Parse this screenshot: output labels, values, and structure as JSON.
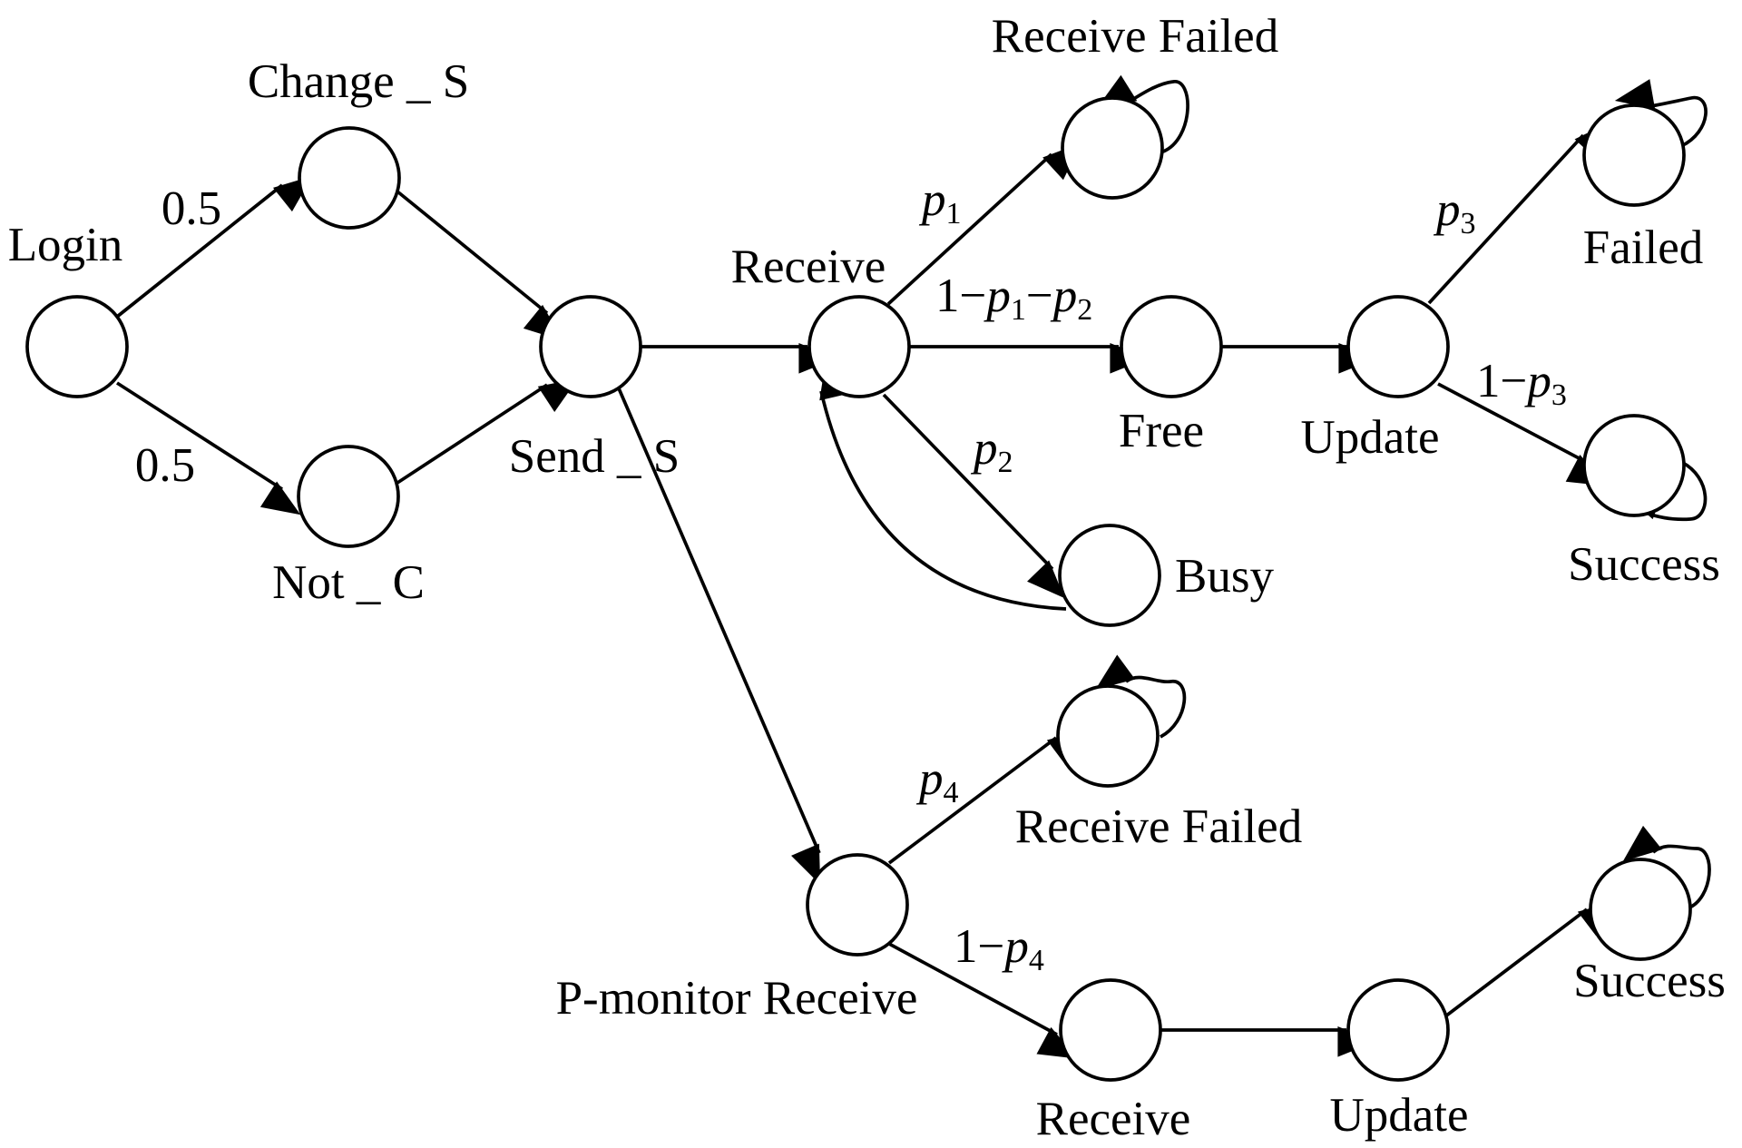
{
  "diagram": {
    "colors": {
      "stroke": "#000000",
      "background": "#ffffff"
    },
    "nodes": {
      "login": "Login",
      "change_s": "Change _ S",
      "not_c": "Not _ C",
      "send_s": "Send _ S",
      "receive": "Receive",
      "receive_failed_top": "Receive Failed",
      "free": "Free",
      "busy": "Busy",
      "update_top": "Update",
      "failed": "Failed",
      "success_top": "Success",
      "p_monitor_receive": "P-monitor Receive",
      "receive_failed_bottom": "Receive Failed",
      "receive_bottom": "Receive",
      "update_bottom": "Update",
      "success_bottom": "Success"
    },
    "edges": {
      "login_to_change_s": "0.5",
      "login_to_not_c": "0.5",
      "receive_to_receive_failed": {
        "var": "p",
        "sub": "1"
      },
      "receive_to_free": {
        "lead": "1−",
        "var1": "p",
        "sub1": "1",
        "mid": "−",
        "var2": "p",
        "sub2": "2"
      },
      "receive_to_busy": {
        "var": "p",
        "sub": "2"
      },
      "update_to_failed": {
        "var": "p",
        "sub": "3"
      },
      "update_to_success": {
        "lead": "1−",
        "var": "p",
        "sub": "3"
      },
      "pmonitor_to_receive_failed": {
        "var": "p",
        "sub": "4"
      },
      "pmonitor_to_receive": {
        "lead": "1−",
        "var": "p",
        "sub": "4"
      }
    }
  }
}
